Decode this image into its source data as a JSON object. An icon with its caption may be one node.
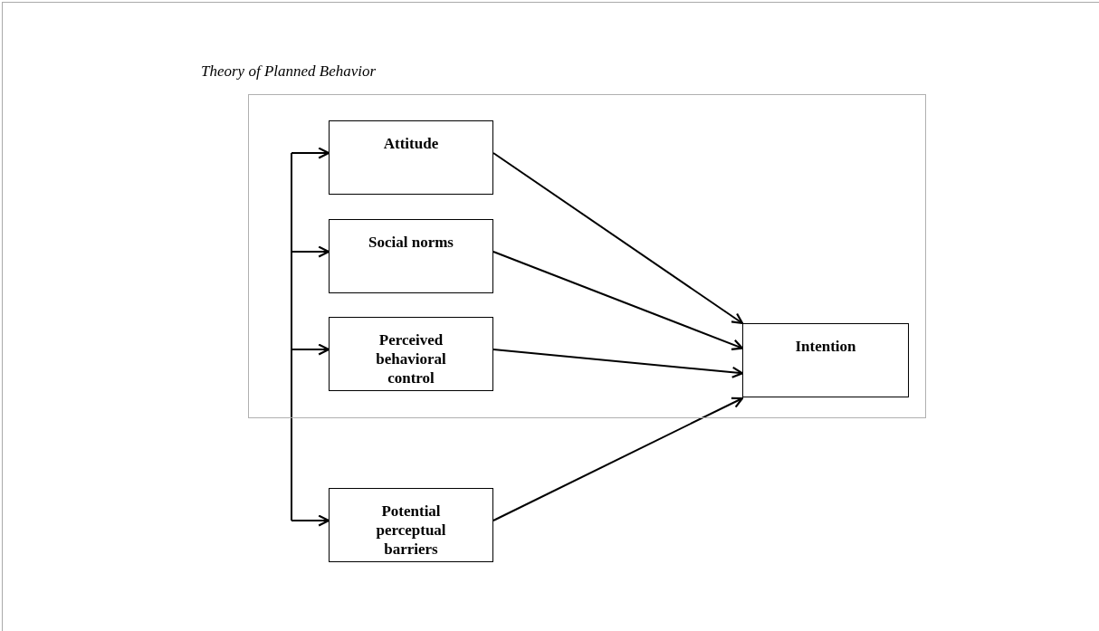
{
  "diagram": {
    "nodes": [
      {
        "text": [
          "Theory of Planned Behavior"
        ]
      },
      {
        "text": [
          "Attitude"
        ],
        "in": 0
      },
      {
        "text": [
          "Social norms"
        ],
        "in": 0
      },
      {
        "text": [
          "Perceived behavioral control"
        ],
        "in": 0
      },
      {
        "text": [
          "Intention"
        ],
        "in": 0
      },
      {
        "text": [
          "Potential perceptual barriers"
        ]
      }
    ],
    "edges": [
      {
        "from": null,
        "to": 1,
        "arrow": "to"
      },
      {
        "from": null,
        "to": 2,
        "arrow": "to"
      },
      {
        "from": null,
        "to": 3,
        "arrow": "to"
      },
      {
        "from": null,
        "to": 5,
        "arrow": "to"
      },
      {
        "from": 1,
        "to": 4,
        "arrow": "to"
      },
      {
        "from": 2,
        "to": 4,
        "arrow": "to"
      },
      {
        "from": 3,
        "to": 4,
        "arrow": "to"
      },
      {
        "from": 5,
        "to": 4,
        "arrow": "to"
      }
    ]
  }
}
